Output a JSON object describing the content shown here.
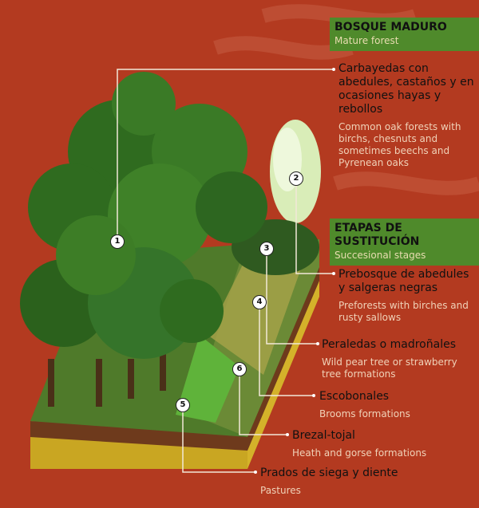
{
  "sections": {
    "mature": {
      "title": "BOSQUE MADURO",
      "subtitle": "Mature forest"
    },
    "succession": {
      "title": "ETAPAS DE SUSTITUCIÓN",
      "subtitle": "Succesional stages"
    }
  },
  "items": [
    {
      "number": "1",
      "es": "Carbayedas con abedules, castaños y en ocasiones hayas y rebollos",
      "en": "Common oak forests with birchs, chesnuts and sometimes beechs and Pyrenean oaks"
    },
    {
      "number": "2",
      "es": "Prebosque de abedules y salgeras negras",
      "en": "Preforests with birches and rusty sallows"
    },
    {
      "number": "3",
      "es": "Peraledas o madroñales",
      "en": "Wild pear tree or strawberry tree formations"
    },
    {
      "number": "4",
      "es": "Escobonales",
      "en": "Brooms formations"
    },
    {
      "number": "5",
      "es": "Prados de siega y diente",
      "en": "Pastures"
    },
    {
      "number": "6",
      "es": "Brezal-tojal",
      "en": "Heath and gorse formations"
    }
  ],
  "colors": {
    "background": "#b33a20",
    "header": "#4f8a2b",
    "soil_side": "#d4b22a"
  }
}
